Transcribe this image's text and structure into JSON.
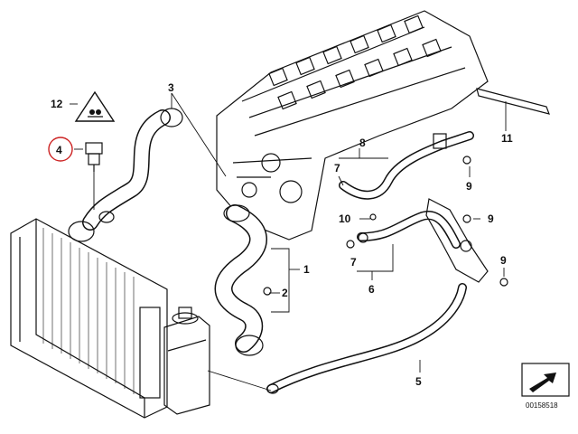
{
  "diagram": {
    "callouts": [
      {
        "id": "c1",
        "text": "1"
      },
      {
        "id": "c2",
        "text": "2"
      },
      {
        "id": "c3",
        "text": "3"
      },
      {
        "id": "c4",
        "text": "4"
      },
      {
        "id": "c5",
        "text": "5"
      },
      {
        "id": "c6",
        "text": "6"
      },
      {
        "id": "c7a",
        "text": "7"
      },
      {
        "id": "c7b",
        "text": "7"
      },
      {
        "id": "c8",
        "text": "8"
      },
      {
        "id": "c9a",
        "text": "9"
      },
      {
        "id": "c9b",
        "text": "9"
      },
      {
        "id": "c9c",
        "text": "9"
      },
      {
        "id": "c10",
        "text": "10"
      },
      {
        "id": "c11",
        "text": "11"
      },
      {
        "id": "c12",
        "text": "12"
      }
    ],
    "highlighted_callout": "4",
    "highlight_color": "#cc2222",
    "drawing_number": "00158518",
    "icons": [
      "warning-triangle-icon",
      "arrow-box-icon"
    ]
  }
}
